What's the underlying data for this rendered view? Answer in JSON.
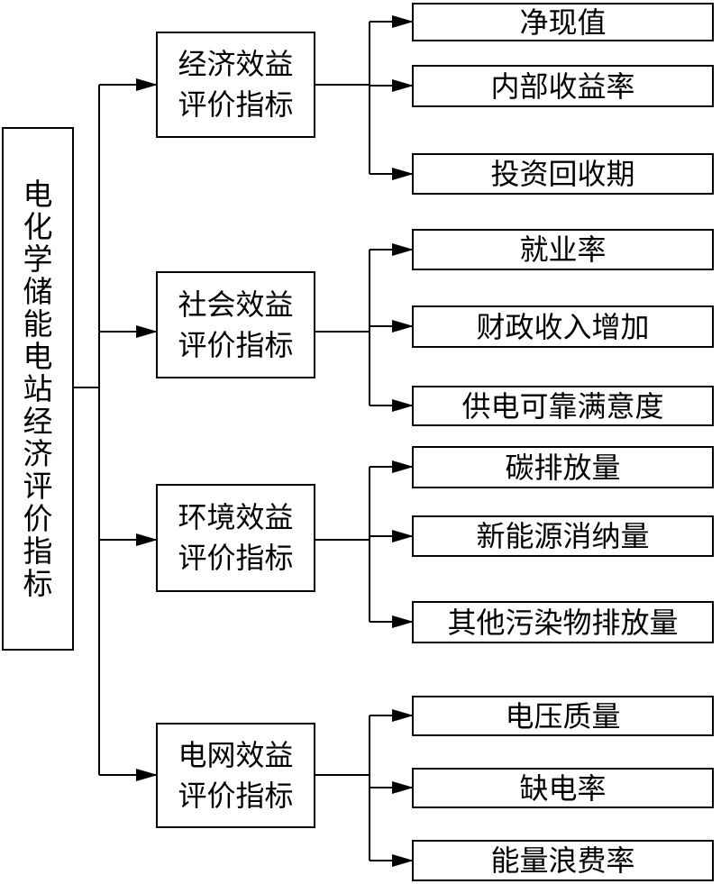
{
  "colors": {
    "stroke": "#000000",
    "background": "#ffffff"
  },
  "root": {
    "chars": [
      "电",
      "化",
      "学",
      "储",
      "能",
      "电",
      "站",
      "经",
      "济",
      "评",
      "价",
      "指",
      "标"
    ]
  },
  "categories": [
    {
      "label": "经济效益\n评价指标",
      "items": [
        "净现值",
        "内部收益率",
        "投资回收期"
      ]
    },
    {
      "label": "社会效益\n评价指标",
      "items": [
        "就业率",
        "财政收入增加",
        "供电可靠满意度"
      ]
    },
    {
      "label": "环境效益\n评价指标",
      "items": [
        "碳排放量",
        "新能源消纳量",
        "其他污染物排放量"
      ]
    },
    {
      "label": "电网效益\n评价指标",
      "items": [
        "电压质量",
        "缺电率",
        "能量浪费率"
      ]
    }
  ]
}
